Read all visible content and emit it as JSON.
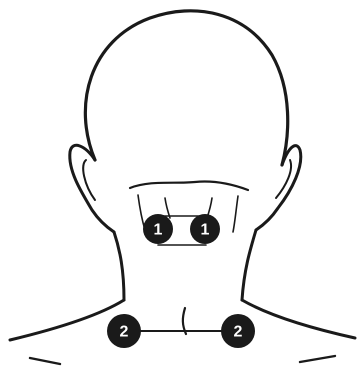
{
  "figure": {
    "subject": "back-of-head-and-neck",
    "colors": {
      "ink": "#1a1a1a",
      "background": "#ffffff",
      "marker_fill": "#1a1a1a",
      "marker_text": "#ffffff"
    }
  },
  "points": {
    "upper_left": "1",
    "upper_right": "1",
    "lower_left": "2",
    "lower_right": "2"
  }
}
